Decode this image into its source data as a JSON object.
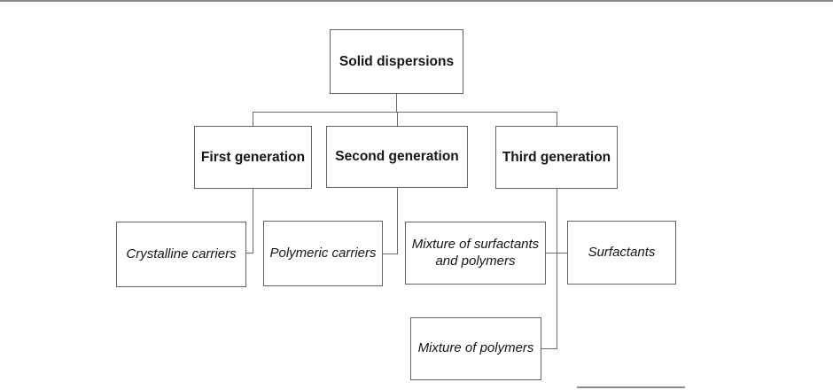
{
  "figure": {
    "type": "flowchart",
    "title": "Solid dispersions classification",
    "nodes": {
      "root": {
        "label": "Solid dispersions",
        "style": "bold"
      },
      "gen_first": {
        "label": "First generation",
        "style": "bold"
      },
      "gen_second": {
        "label": "Second generation",
        "style": "bold"
      },
      "gen_third": {
        "label": "Third generation",
        "style": "bold"
      },
      "crystalline": {
        "label": "Crystalline carriers",
        "style": "italic"
      },
      "polymeric": {
        "label": "Polymeric carriers",
        "style": "italic"
      },
      "mix_surfactants": {
        "label": "Mixture of surfactants and polymers",
        "style": "italic"
      },
      "surfactants": {
        "label": "Surfactants",
        "style": "italic"
      },
      "mix_polymers": {
        "label": "Mixture of polymers",
        "style": "italic"
      }
    },
    "edges": [
      {
        "from": "root",
        "to": "gen_first"
      },
      {
        "from": "root",
        "to": "gen_second"
      },
      {
        "from": "root",
        "to": "gen_third"
      },
      {
        "from": "gen_first",
        "to": "crystalline"
      },
      {
        "from": "gen_second",
        "to": "polymeric"
      },
      {
        "from": "gen_third",
        "to": "mix_surfactants"
      },
      {
        "from": "gen_third",
        "to": "surfactants"
      },
      {
        "from": "gen_third",
        "to": "mix_polymers"
      }
    ]
  },
  "colors": {
    "background": "#ffffff",
    "box_border": "#636363",
    "connector": "#6b6b6b",
    "page_rule": "#8c8c8c",
    "text": "#161616"
  }
}
